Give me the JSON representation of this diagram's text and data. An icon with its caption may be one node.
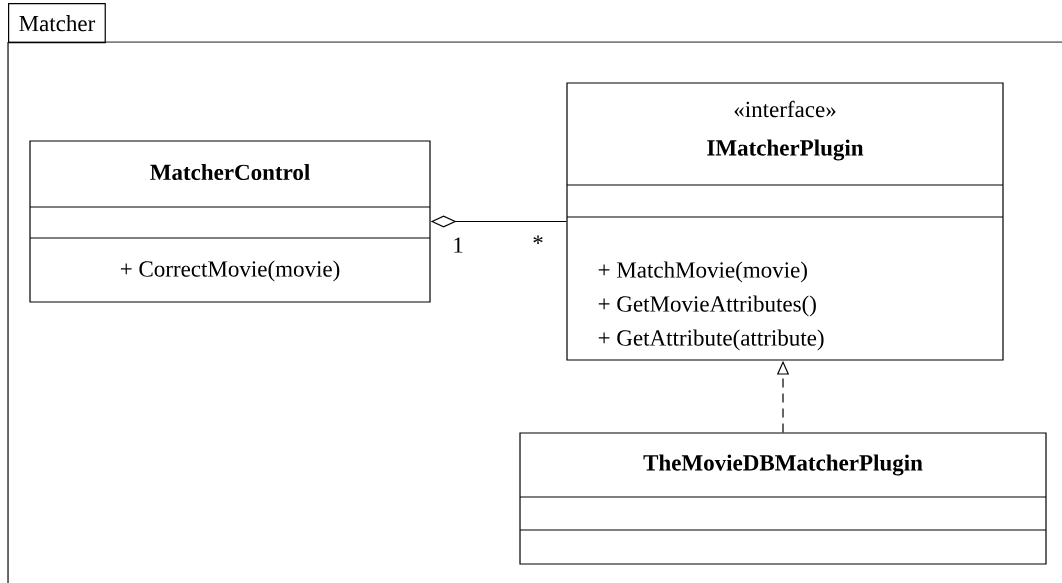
{
  "diagram": {
    "nodes": [
      {
        "text": [
          "Matcher"
        ]
      },
      {
        "text": [
          "MatcherControl",
          "+ CorrectMovie(movie)"
        ],
        "in": 0
      },
      {
        "text": [
          "«interface»",
          "IMatcherPlugin",
          "+ MatchMovie(movie)",
          "+ GetMovieAttributes()",
          "+ GetAttribute(attribute)"
        ],
        "in": 0
      },
      {
        "text": [
          "TheMovieDBMatcherPlugin"
        ],
        "in": 0
      }
    ],
    "edges": [
      {
        "from": 1,
        "to": 2,
        "arrow": "other"
      },
      {
        "from": 3,
        "to": 2,
        "arrow": "to",
        "style": "dashed"
      }
    ],
    "labels": [
      "1",
      "*"
    ]
  }
}
